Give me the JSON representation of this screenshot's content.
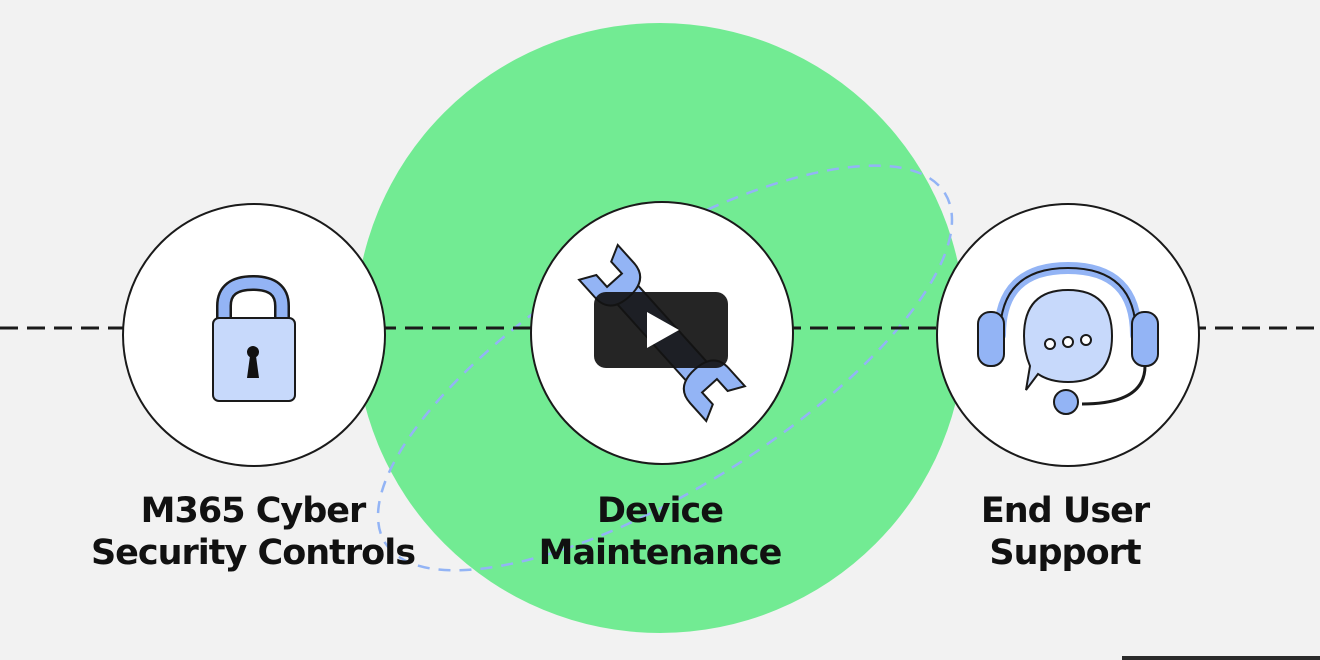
{
  "colors": {
    "background": "#f2f2f2",
    "accent_green": "#72eb93",
    "icon_blue": "#93b4f5",
    "icon_blue_light": "#c7d9fb",
    "orbit_blue": "#93b4f5",
    "text": "#111111",
    "circle_fill": "#ffffff",
    "outline": "#1a1a1a"
  },
  "services": [
    {
      "icon": "padlock-icon",
      "label_line1": "M365 Cyber",
      "label_line2": "Security Controls"
    },
    {
      "icon": "wrench-icon",
      "label_line1": "Device",
      "label_line2": "Maintenance"
    },
    {
      "icon": "headset-chat-icon",
      "label_line1": "End User",
      "label_line2": "Support"
    }
  ],
  "video": {
    "play_icon": "play-icon"
  }
}
